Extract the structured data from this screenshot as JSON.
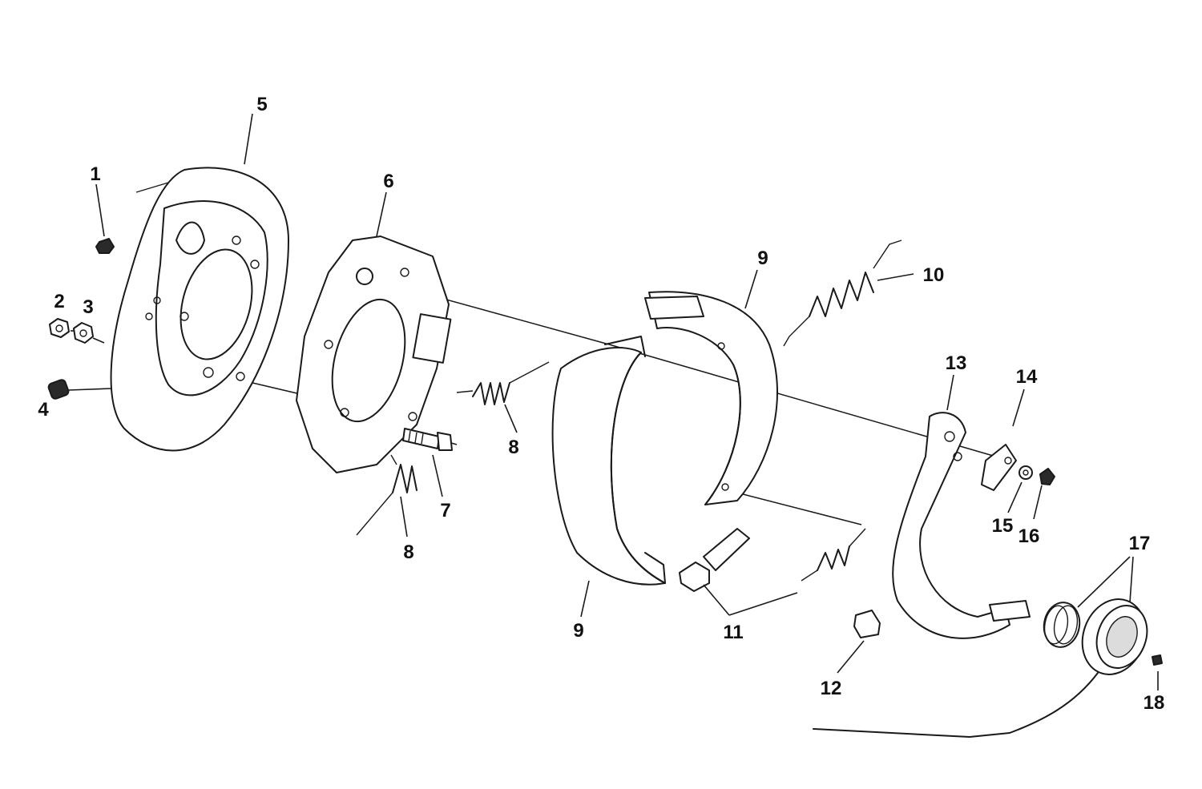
{
  "callouts": [
    {
      "id": "c1",
      "label": "1"
    },
    {
      "id": "c2",
      "label": "2"
    },
    {
      "id": "c3",
      "label": "3"
    },
    {
      "id": "c4",
      "label": "4"
    },
    {
      "id": "c5",
      "label": "5"
    },
    {
      "id": "c6",
      "label": "6"
    },
    {
      "id": "c7",
      "label": "7"
    },
    {
      "id": "c8a",
      "label": "8"
    },
    {
      "id": "c8b",
      "label": "8"
    },
    {
      "id": "c9a",
      "label": "9"
    },
    {
      "id": "c9b",
      "label": "9"
    },
    {
      "id": "c10",
      "label": "10"
    },
    {
      "id": "c11",
      "label": "11"
    },
    {
      "id": "c12",
      "label": "12"
    },
    {
      "id": "c13",
      "label": "13"
    },
    {
      "id": "c14",
      "label": "14"
    },
    {
      "id": "c15",
      "label": "15"
    },
    {
      "id": "c16",
      "label": "16"
    },
    {
      "id": "c17",
      "label": "17"
    },
    {
      "id": "c18",
      "label": "18"
    }
  ]
}
